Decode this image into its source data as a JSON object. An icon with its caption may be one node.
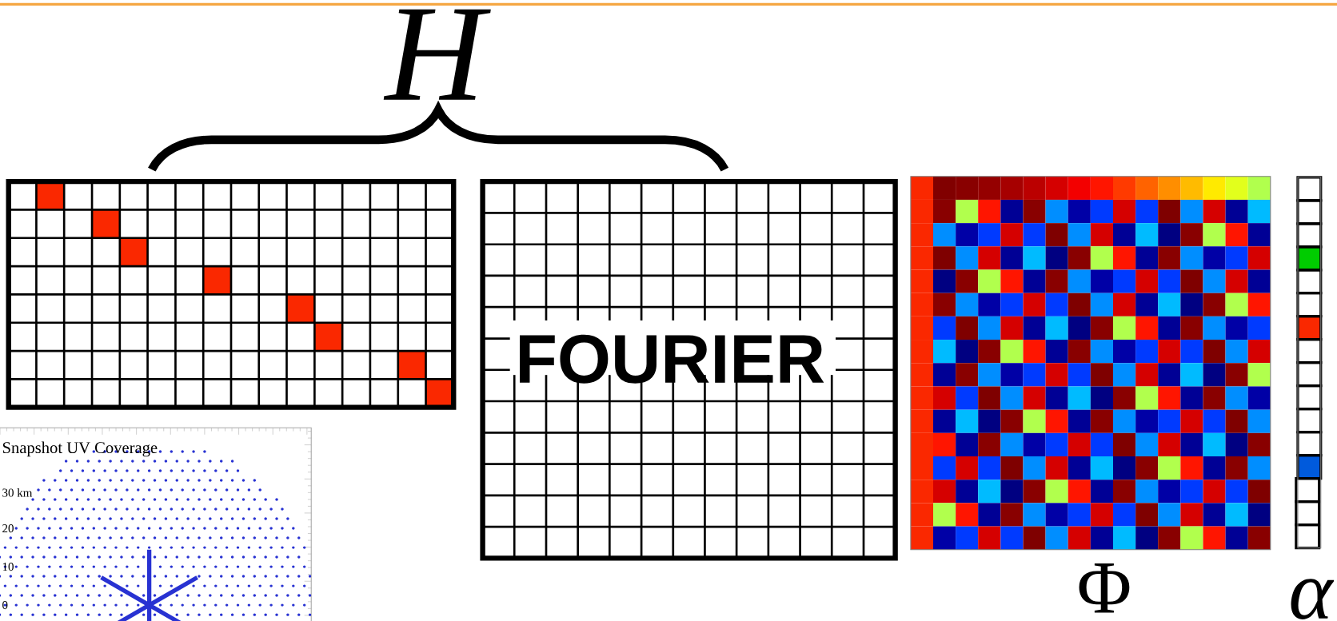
{
  "diagram": {
    "nodes": [
      {
        "text": [],
        "shape": "box"
      },
      {
        "text": [
          "FOURIER"
        ]
      },
      {
        "text": [],
        "shape": "box"
      },
      {
        "text": [],
        "shape": "box"
      }
    ],
    "labels": [
      "H",
      "Snapshot UV Coverage",
      "30 km",
      "20",
      "10",
      "0",
      "Φ",
      "α"
    ]
  }
}
